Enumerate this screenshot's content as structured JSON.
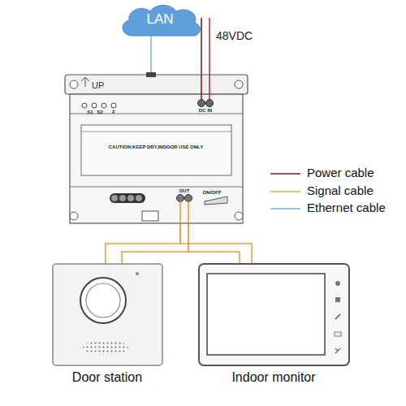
{
  "diagram": {
    "nodes": [
      {
        "text": [
          "LAN"
        ]
      },
      {
        "text": [
          "UP",
          "CAUTION:KEEP DRY,INDOOR USE ONLY"
        ]
      },
      {
        "text": [
          "Door station"
        ]
      },
      {
        "text": [
          "Indoor monitor"
        ]
      }
    ],
    "edges": [
      {
        "from": 0,
        "to": 1,
        "arrow": "none"
      },
      {
        "from": 1,
        "to": 2,
        "arrow": "none"
      },
      {
        "from": 1,
        "to": 3,
        "arrow": "none"
      }
    ],
    "labels": [
      "48VDC",
      "S1",
      "S2",
      "F",
      "DC IN",
      "OUT",
      "ON/OFF"
    ],
    "legend": [
      {
        "text": "Power cable"
      },
      {
        "text": "Signal cable"
      },
      {
        "text": "Ethernet cable"
      }
    ]
  }
}
